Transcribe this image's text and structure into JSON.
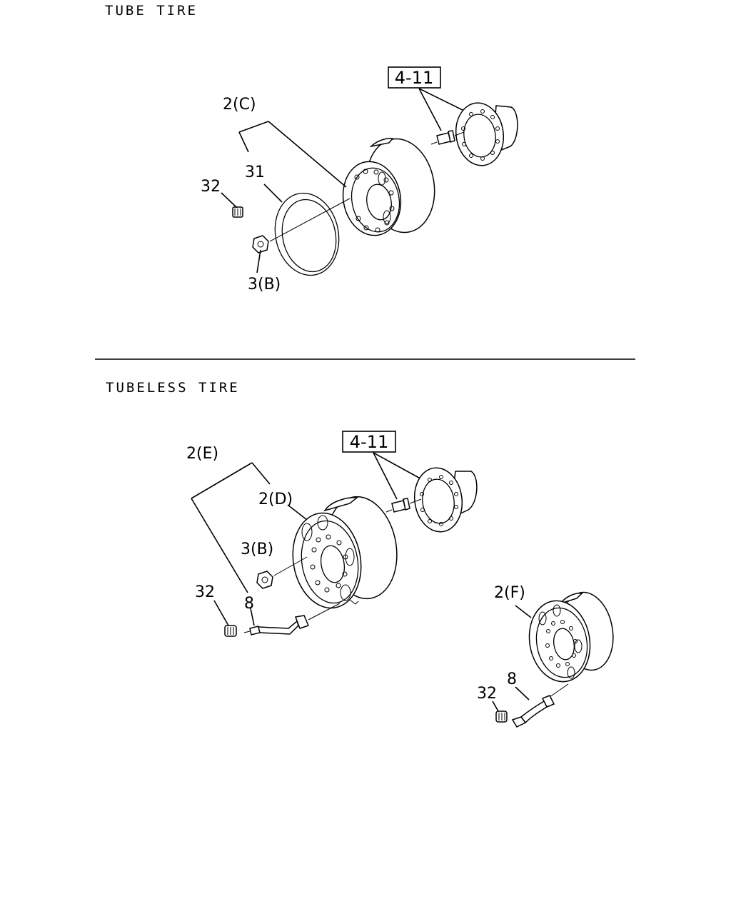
{
  "sections": {
    "tube": {
      "title": "TUBE TIRE"
    },
    "tubeless": {
      "title": "TUBELESS TIRE"
    }
  },
  "callouts": {
    "tube_ref_box": "4-11",
    "tube_disc_wheel": "2(C)",
    "tube_flap": "31",
    "tube_cap": "32",
    "tube_nut": "3(B)",
    "tubeless_ref_box": "4-11",
    "tubeless_disc_assembly": "2(E)",
    "tubeless_disc_wheel": "2(D)",
    "tubeless_nut": "3(B)",
    "tubeless_cap": "32",
    "tubeless_valve": "8",
    "alt_disc_wheel": "2(F)",
    "alt_valve": "8",
    "alt_cap": "32"
  }
}
